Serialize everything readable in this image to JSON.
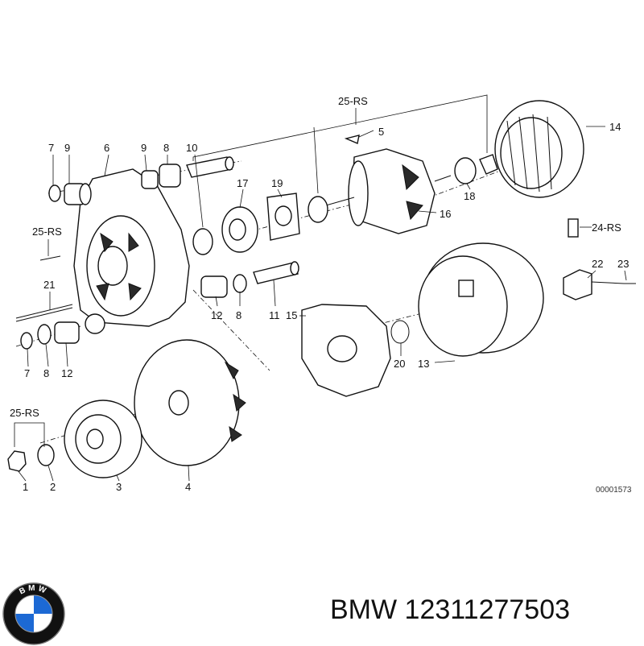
{
  "callouts": {
    "c1": "1",
    "c2": "2",
    "c3": "3",
    "c4": "4",
    "c5": "5",
    "c6": "6",
    "c7a": "7",
    "c7b": "7",
    "c8a": "8",
    "c8b": "8",
    "c8c": "8",
    "c9a": "9",
    "c9b": "9",
    "c10": "10",
    "c11": "11",
    "c12a": "12",
    "c12b": "12",
    "c13": "13",
    "c14": "14",
    "c15": "15",
    "c16": "16",
    "c17": "17",
    "c18": "18",
    "c19": "19",
    "c20": "20",
    "c21": "21",
    "c22": "22",
    "c23": "23",
    "c24": "24-RS",
    "c25a": "25-RS",
    "c25b": "25-RS",
    "c25c": "25-RS"
  },
  "drawing_id": "00001573",
  "logo": {
    "text": "BMW",
    "colors": [
      "#1c69d4",
      "#ffffff",
      "#111111"
    ]
  },
  "footer": {
    "brand": "BMW",
    "part_number": "12311277503"
  }
}
